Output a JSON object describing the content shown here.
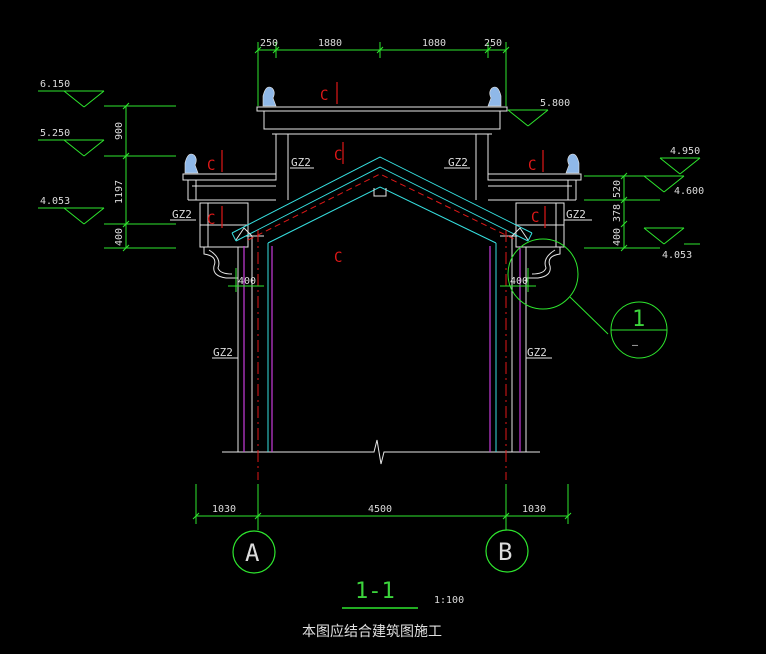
{
  "drawing": {
    "top_dims": [
      "250",
      "1880",
      "1080",
      "250"
    ],
    "bottom_dims": [
      "1030",
      "4500",
      "1030"
    ],
    "left_elevations": [
      "6.150",
      "5.250",
      "4.053"
    ],
    "left_vdims": [
      "900",
      "1197",
      "400"
    ],
    "right_elevations": [
      "5.800",
      "4.950",
      "4.600",
      "4.053"
    ],
    "right_vdims": [
      "520",
      "378",
      "400"
    ],
    "wall_label_1": "400",
    "wall_label_2": "400",
    "column_tags": [
      "GZ2",
      "GZ2",
      "GZ2",
      "GZ2",
      "GZ2",
      "GZ2"
    ],
    "section_marks": [
      "C",
      "C",
      "C",
      "C",
      "C",
      "C",
      "C"
    ],
    "grid_axes": [
      "A",
      "B"
    ],
    "detail_callout": {
      "numerator": "1",
      "denominator": "—"
    },
    "section_title": "1-1",
    "scale": "1:100",
    "note": "本图应结合建筑图施工"
  },
  "colors": {
    "structure": "#e6e6e6",
    "dimension": "#2ee62e",
    "roof": "#36e0e0",
    "centerline": "#e01818",
    "inner_wall": "#c83cdc",
    "section_mark": "#e01818",
    "ornament": "#8fb8e8"
  }
}
